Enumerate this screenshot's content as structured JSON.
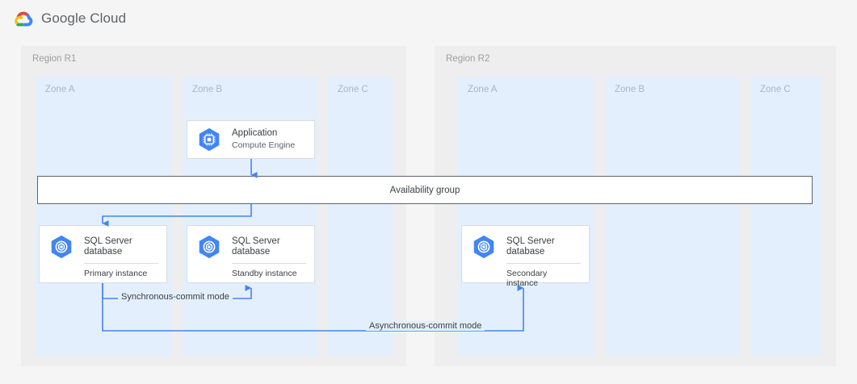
{
  "header": {
    "logo_icon": "google-cloud-logo-icon",
    "brand_google": "Google",
    "brand_cloud": "Cloud",
    "brand_full": "Google Cloud"
  },
  "colors": {
    "page_background": "#ffffff",
    "header_background": "#f5f5f5",
    "canvas_background": "#f5f5f5",
    "region_background": "#eeeeee",
    "zone_background": "#e3effc",
    "card_background": "#ffffff",
    "card_border": "#dadce0",
    "availability_border": "#5f6368",
    "connector_blue": "#4285f4",
    "icon_hex_blue": "#4285f4",
    "label_gray": "#9e9e9e",
    "zone_label_gray": "#a7b6c7",
    "text_primary": "#3c4043",
    "text_secondary": "#5f6368",
    "google_red": "#ea4335",
    "google_yellow": "#fbbc04",
    "google_green": "#34a853",
    "google_blue": "#4285f4"
  },
  "regions": [
    {
      "id": "r1",
      "label": "Region R1",
      "zones": [
        {
          "id": "r1-zone-a",
          "label": "Zone A"
        },
        {
          "id": "r1-zone-b",
          "label": "Zone B"
        },
        {
          "id": "r1-zone-c",
          "label": "Zone C"
        }
      ]
    },
    {
      "id": "r2",
      "label": "Region R2",
      "zones": [
        {
          "id": "r2-zone-a",
          "label": "Zone A"
        },
        {
          "id": "r2-zone-b",
          "label": "Zone B"
        },
        {
          "id": "r2-zone-c",
          "label": "Zone C"
        }
      ]
    }
  ],
  "nodes": {
    "application": {
      "icon": "compute-engine-icon",
      "title": "Application",
      "subtitle": "Compute Engine",
      "zone": "Region R1 / Zone B"
    },
    "primary_db": {
      "icon": "cloud-sql-icon",
      "title": "SQL Server\ndatabase",
      "footer": "Primary instance",
      "zone": "Region R1 / Zone A"
    },
    "standby_db": {
      "icon": "cloud-sql-icon",
      "title": "SQL Server\ndatabase",
      "footer": "Standby instance",
      "zone": "Region R1 / Zone B"
    },
    "secondary_db": {
      "icon": "cloud-sql-icon",
      "title": "SQL Server\ndatabase",
      "footer": "Secondary instance",
      "zone": "Region R2 / Zone A"
    }
  },
  "availability_group": {
    "label": "Availability group"
  },
  "connections": [
    {
      "id": "app-to-ag",
      "from": "Application",
      "to": "Availability group",
      "label": "",
      "arrow": "down"
    },
    {
      "id": "ag-to-primary",
      "from": "Availability group",
      "to": "Primary instance",
      "label": "",
      "arrow": "down"
    },
    {
      "id": "primary-to-standby",
      "from": "Primary instance",
      "to": "Standby instance",
      "label": "Synchronous-commit mode",
      "arrow": "up"
    },
    {
      "id": "primary-to-secondary",
      "from": "Primary instance",
      "to": "Secondary instance",
      "label": "Asynchronous-commit mode",
      "arrow": "up"
    }
  ]
}
